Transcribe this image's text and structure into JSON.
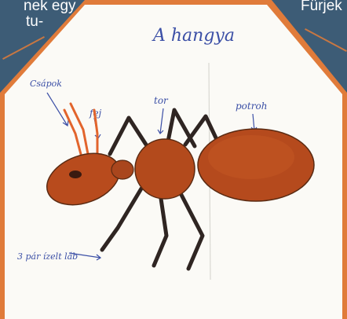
{
  "page": {
    "top_left_text": "nek egy",
    "top_left_text_2": "tu-",
    "top_right_text": "Fürjek",
    "colors": {
      "background": "#3d5c76",
      "accent": "#e07b3a",
      "paper": "#fbfaf6",
      "ant_body": "#b74a1d",
      "ink": "#3b4fa6"
    }
  },
  "drawing": {
    "title": "A hangya",
    "labels": {
      "antennae": "Csápok",
      "head": "fej",
      "thorax": "tor",
      "abdomen": "potroh",
      "legs": "3 pár ízelt láb"
    }
  }
}
